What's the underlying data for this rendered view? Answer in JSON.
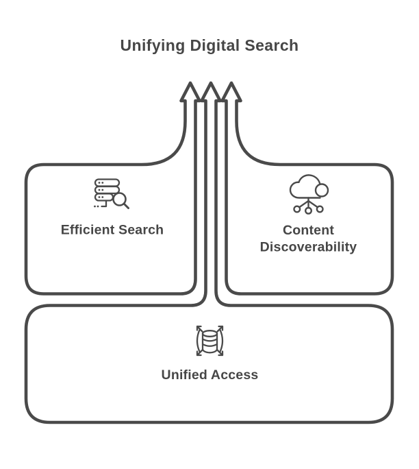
{
  "title": "Unifying Digital Search",
  "diagram": {
    "boxes": [
      {
        "id": "efficient-search",
        "label": "Efficient Search",
        "icon": "server-search-icon"
      },
      {
        "id": "content-discoverability",
        "label_line1": "Content",
        "label_line2": "Discoverability",
        "icon": "cloud-network-icon"
      },
      {
        "id": "unified-access",
        "label": "Unified Access",
        "icon": "database-expand-icon"
      }
    ],
    "arrows": {
      "count": 3,
      "direction": "up"
    }
  },
  "colors": {
    "background": "#ffffff",
    "line": "#4a4a4a",
    "text": "#464646"
  }
}
